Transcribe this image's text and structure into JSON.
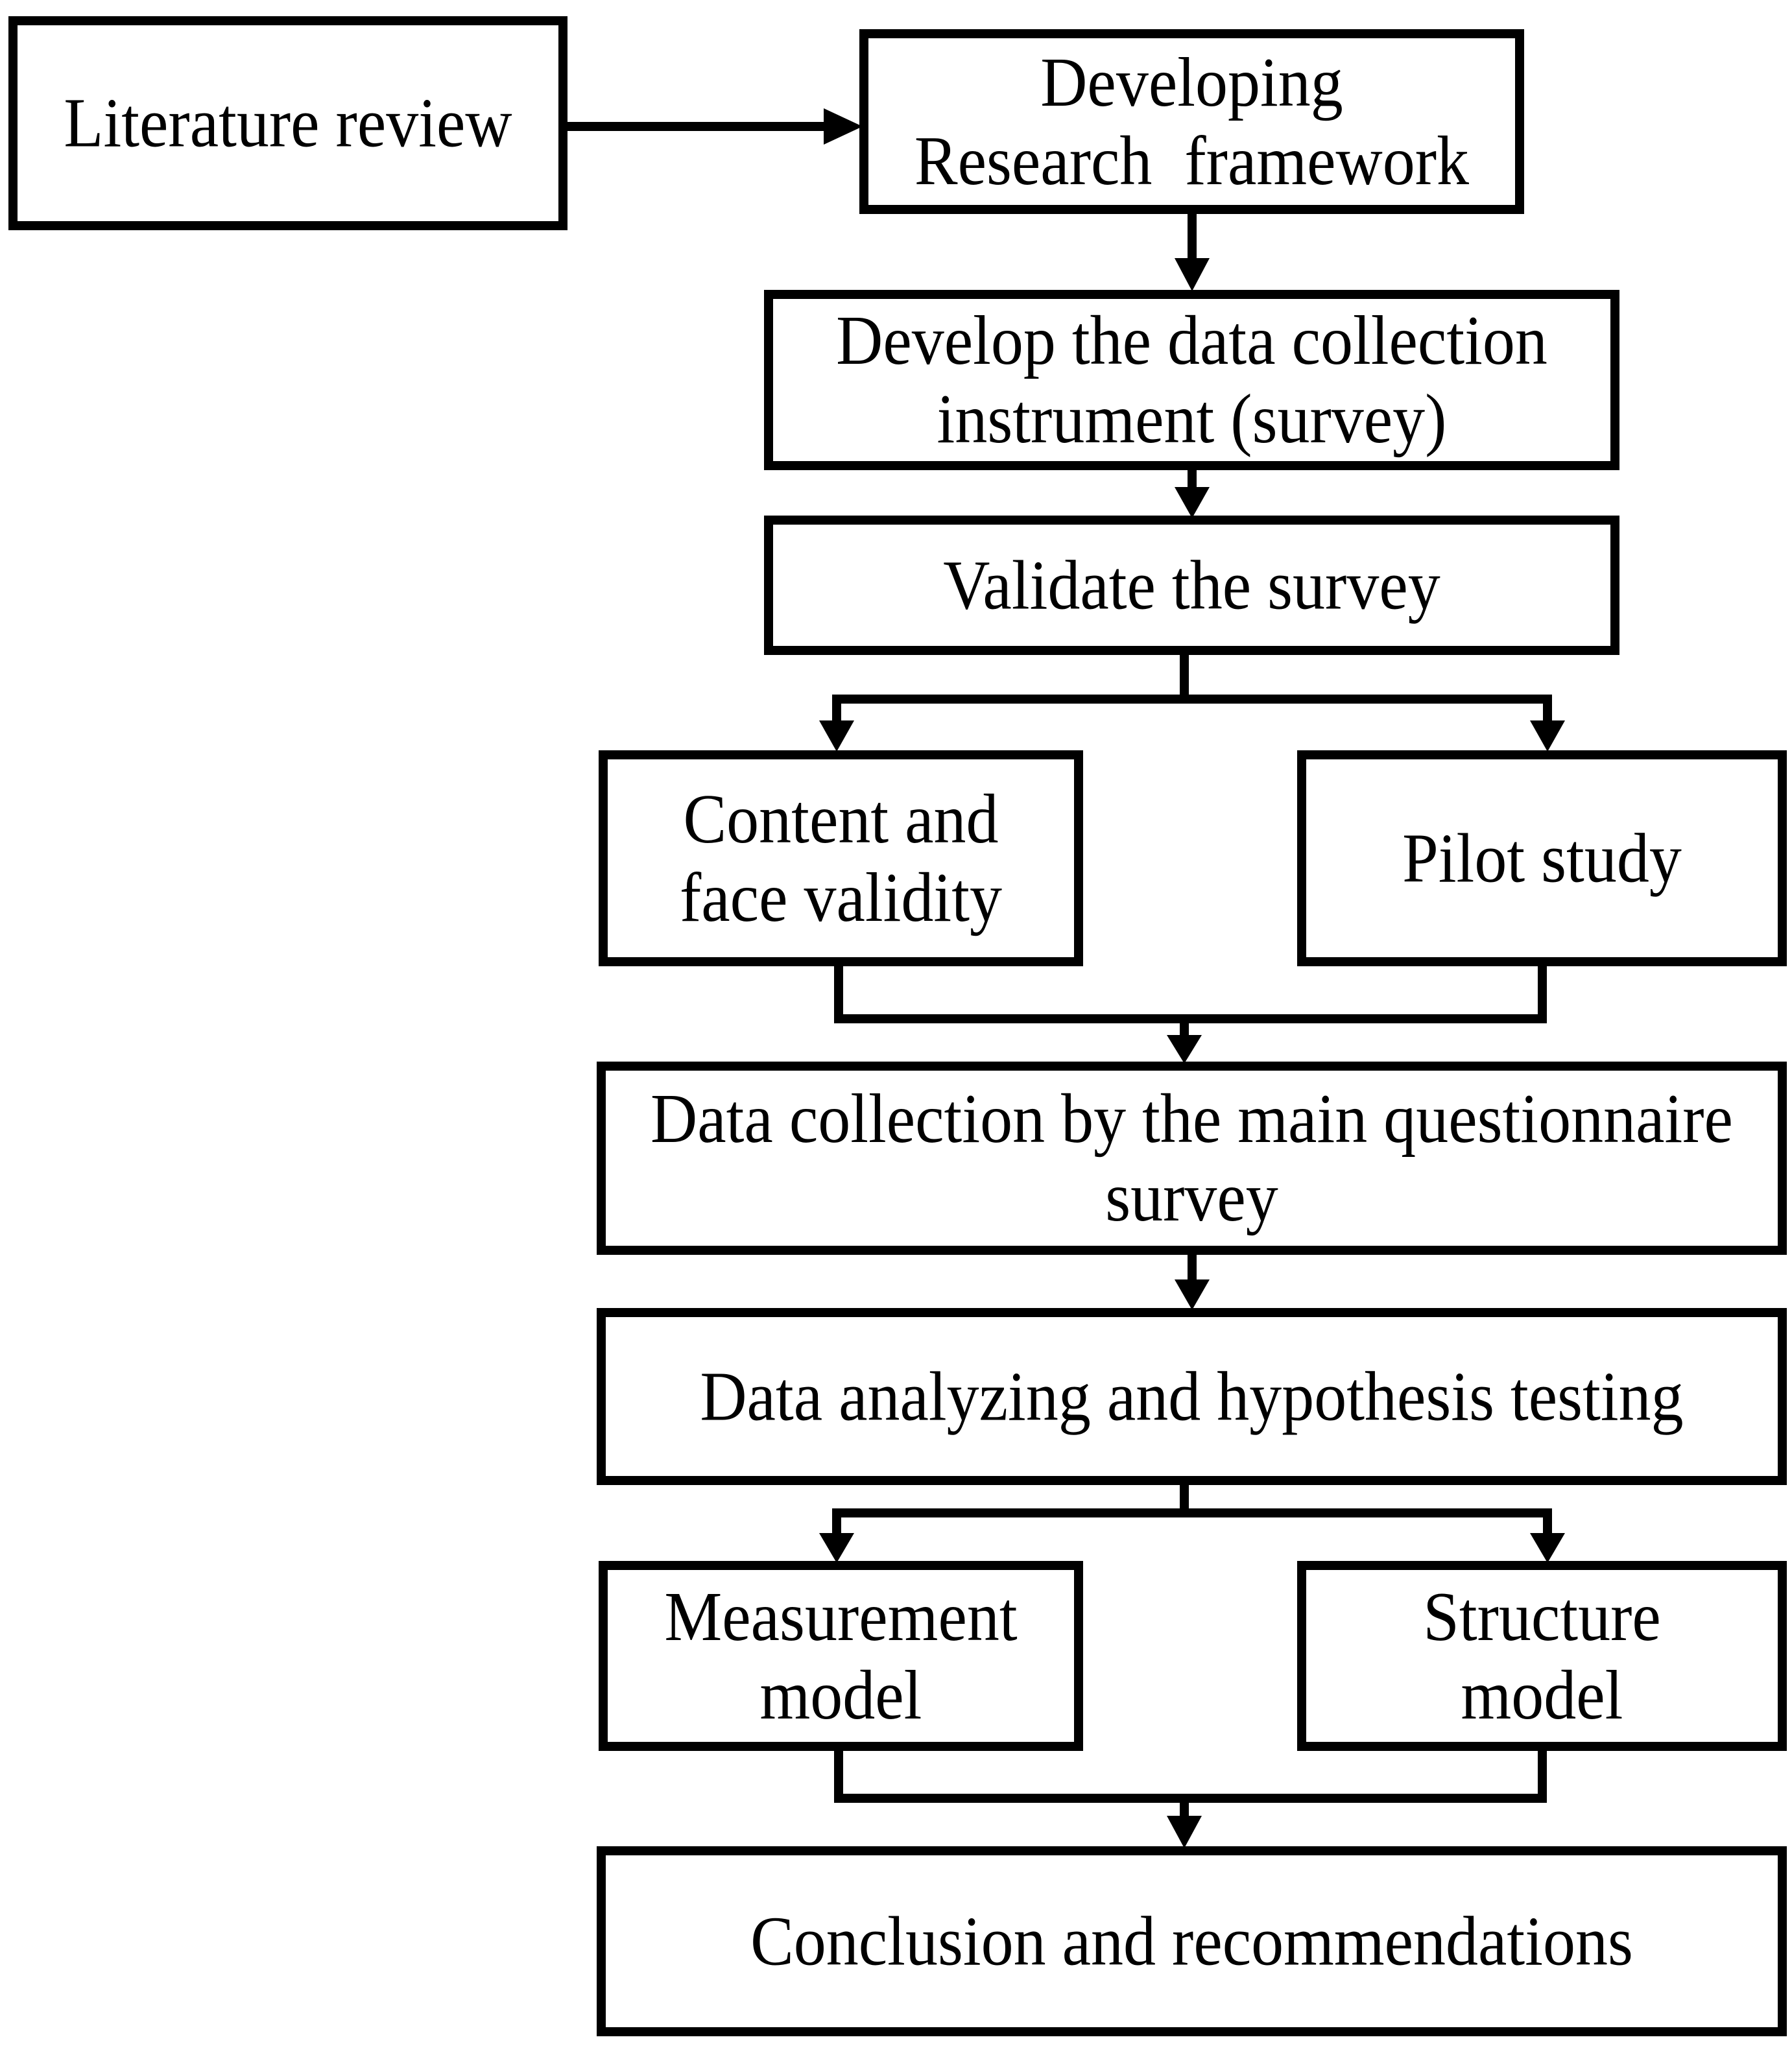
{
  "nodes": {
    "literature": {
      "label": "Literature review"
    },
    "framework": {
      "label": "Developing\nResearch  framework"
    },
    "instrument": {
      "label": "Develop the data collection\ninstrument (survey)"
    },
    "validate": {
      "label": "Validate the survey"
    },
    "content_validity": {
      "label": "Content and\nface validity"
    },
    "pilot": {
      "label": "Pilot study"
    },
    "data_collection": {
      "label": "Data collection by the main questionnaire\nsurvey"
    },
    "analyzing": {
      "label": "Data analyzing and hypothesis testing"
    },
    "measurement": {
      "label": "Measurement\nmodel"
    },
    "structure": {
      "label": "Structure\nmodel"
    },
    "conclusion": {
      "label": "Conclusion and recommendations"
    }
  },
  "edges": [
    {
      "from": "literature",
      "to": "framework"
    },
    {
      "from": "framework",
      "to": "instrument"
    },
    {
      "from": "instrument",
      "to": "validate"
    },
    {
      "from": "validate",
      "to": "content_validity"
    },
    {
      "from": "validate",
      "to": "pilot"
    },
    {
      "from": "content_validity",
      "to": "data_collection"
    },
    {
      "from": "pilot",
      "to": "data_collection"
    },
    {
      "from": "data_collection",
      "to": "analyzing"
    },
    {
      "from": "analyzing",
      "to": "measurement"
    },
    {
      "from": "analyzing",
      "to": "structure"
    },
    {
      "from": "measurement",
      "to": "conclusion"
    },
    {
      "from": "structure",
      "to": "conclusion"
    }
  ],
  "colors": {
    "line": "#000000",
    "text": "#000000",
    "background": "#ffffff"
  }
}
